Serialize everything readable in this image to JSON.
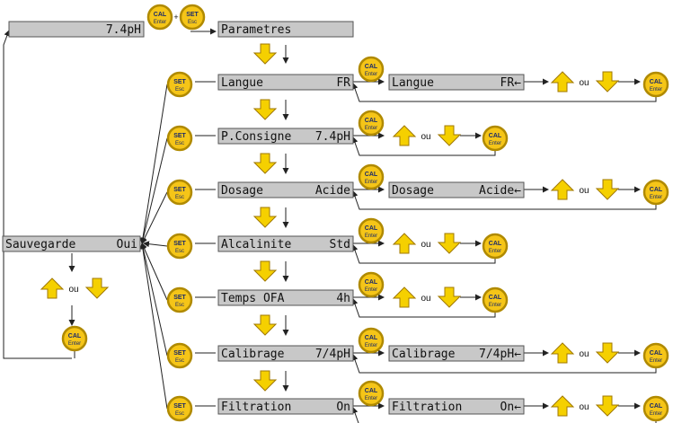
{
  "main_display": {
    "value": "7.4pH"
  },
  "menu_header": "Parametres",
  "combo_separator": "+",
  "or_label": "ou",
  "buttons": {
    "cal": {
      "top": "CAL",
      "bottom": "Enter"
    },
    "set": {
      "top": "SET",
      "bottom": "Esc"
    }
  },
  "menu_items": [
    {
      "left": "Langue",
      "right": "FR",
      "edit": {
        "left": "Langue",
        "right": "FR",
        "cursor": "←"
      }
    },
    {
      "left": "P.Consigne",
      "right": "7.4pH",
      "edit": null
    },
    {
      "left": "Dosage",
      "right": "Acide",
      "edit": {
        "left": "Dosage",
        "right": "Acide",
        "cursor": "←"
      }
    },
    {
      "left": "Alcalinite",
      "right": "Std",
      "edit": null
    },
    {
      "left": "Temps OFA",
      "right": "4h",
      "edit": null
    },
    {
      "left": "Calibrage",
      "right": "7/4pH",
      "edit": {
        "left": "Calibrage",
        "right": "7/4pH",
        "cursor": "←"
      }
    },
    {
      "left": "Filtration",
      "right": "On",
      "edit": {
        "left": "Filtration",
        "right": "On",
        "cursor": "←"
      }
    }
  ],
  "save_prompt": {
    "left": "Sauvegarde",
    "right": "Oui"
  },
  "colors": {
    "lcd_fill": "#c8c8c8",
    "lcd_border": "#555555",
    "button_fill": "#f5c518",
    "button_ring": "#b08a00",
    "arrow_fill": "#f5d000",
    "arrow_stroke": "#a07800",
    "line": "#222222"
  }
}
